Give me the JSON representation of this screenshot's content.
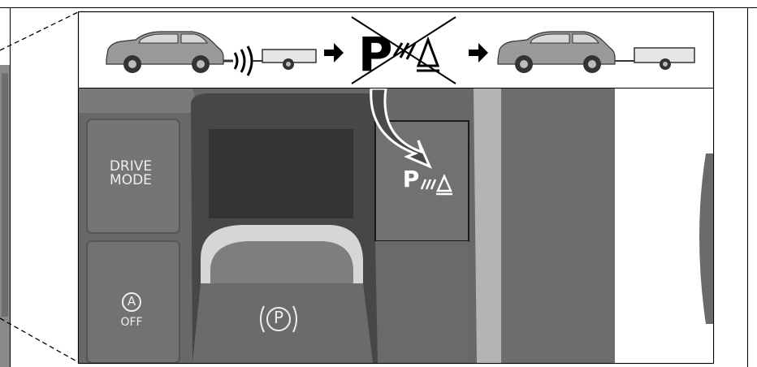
{
  "sequence": {
    "steps": [
      "car-with-trailer-sensing",
      "arrow",
      "parking-assist-disabled",
      "arrow",
      "car-with-trailer"
    ]
  },
  "console": {
    "drive_mode_line1": "DRIVE",
    "drive_mode_line2": "MODE",
    "parking_assist_letter": "P",
    "auto_hold_letter": "A",
    "auto_hold_label": "OFF",
    "epb_letter": "P"
  },
  "colors": {
    "console_dark": "#5a5a5a",
    "console_mid": "#6e6e6e",
    "console_light": "#8a8a8a",
    "highlight": "#ffffff",
    "outline": "#000000"
  }
}
